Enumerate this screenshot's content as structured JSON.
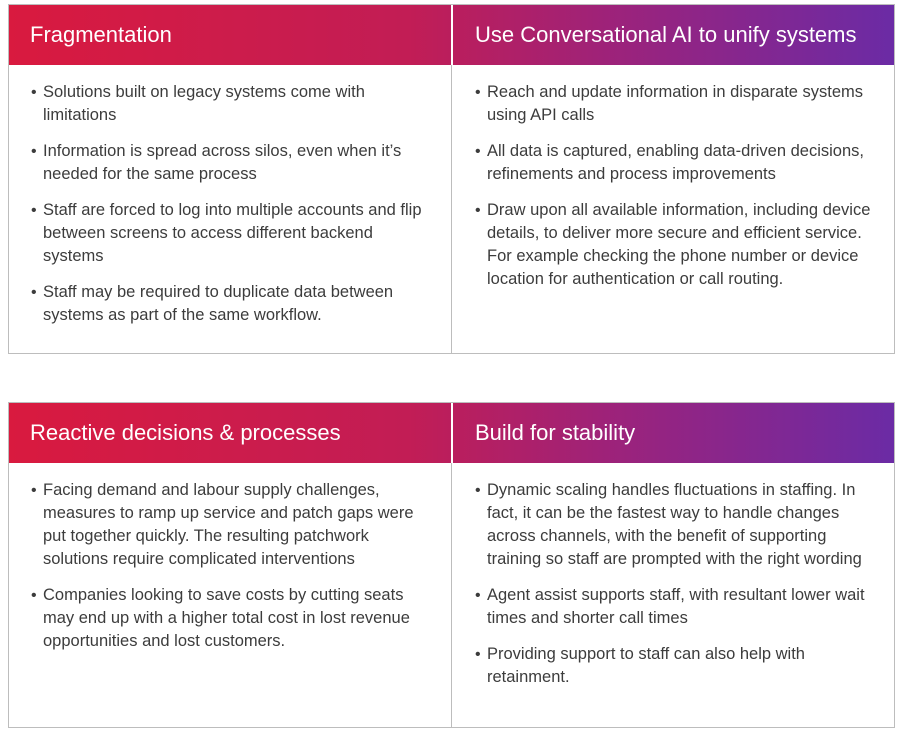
{
  "panels": [
    {
      "left_header": "Fragmentation",
      "right_header": "Use Conversational AI to unify systems",
      "left_items": [
        "Solutions built on legacy systems come with limitations",
        "Information is spread across silos, even when it’s needed for the same process",
        "Staff are forced to log into multiple accounts and flip between screens to access different backend systems",
        "Staff may be required to duplicate data between systems as part of the same workflow."
      ],
      "right_items": [
        "Reach and update information in disparate systems using API calls",
        "All data is captured, enabling data-driven decisions, refinements and process improvements",
        "Draw upon all available information, including device details, to deliver more secure and efficient service. For example checking the phone number or device location for authentication or call routing."
      ]
    },
    {
      "left_header": "Reactive decisions & processes",
      "right_header": "Build for stability",
      "left_items": [
        "Facing demand and labour supply challenges, measures to ramp up service and patch gaps were put together quickly. The resulting patchwork solutions require complicated interventions",
        "Companies looking to save costs by cutting seats may end up with a higher total cost in lost revenue opportunities and lost customers."
      ],
      "right_items": [
        "Dynamic scaling handles fluctuations in staffing. In fact, it can be the fastest way to handle changes across channels, with the benefit of supporting training so staff are prompted with the right wording",
        "Agent assist supports staff, with resultant lower wait times and shorter call times",
        "Providing support to staff can also help with retainment."
      ]
    }
  ],
  "bullet": "•",
  "colors": {
    "gradient_start": "#d91a3f",
    "gradient_mid": "#c21d55",
    "gradient_end": "#6b2ba5",
    "border": "#bdbdbd"
  }
}
